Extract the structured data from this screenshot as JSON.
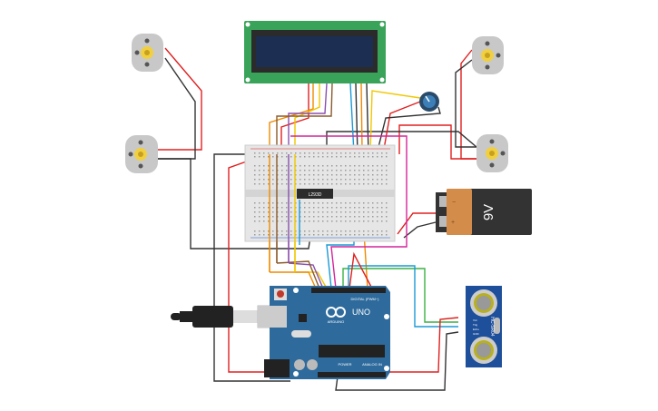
{
  "components": {
    "arduino": {
      "model_label": "UNO",
      "brand_label": "ARDUINO",
      "digital_label": "DIGITAL (PWM~)",
      "power_label": "POWER",
      "analog_label": "ANALOG IN",
      "color": "#2e6b9c"
    },
    "driver_chip": {
      "label": "L293D"
    },
    "battery": {
      "label": "9V",
      "plus": "+",
      "minus": "−"
    },
    "ultrasonic": {
      "label": "HC-SR04",
      "pins": [
        "Vcc",
        "Trig",
        "Echo",
        "GND"
      ]
    },
    "lcd": {
      "color": "#3aa35a",
      "screen_color": "#1c2e52"
    },
    "motors": [
      "motor-top-left",
      "motor-left",
      "motor-top-right",
      "motor-right"
    ]
  },
  "wire_colors": {
    "red": "#e02020",
    "black": "#333333",
    "orange": "#f08a00",
    "yellow": "#f0c800",
    "green": "#3cb043",
    "blue": "#1a9ad6",
    "purple": "#8a4fb0",
    "magenta": "#d4259c",
    "brown": "#8b5a2b",
    "gray": "#999999"
  }
}
